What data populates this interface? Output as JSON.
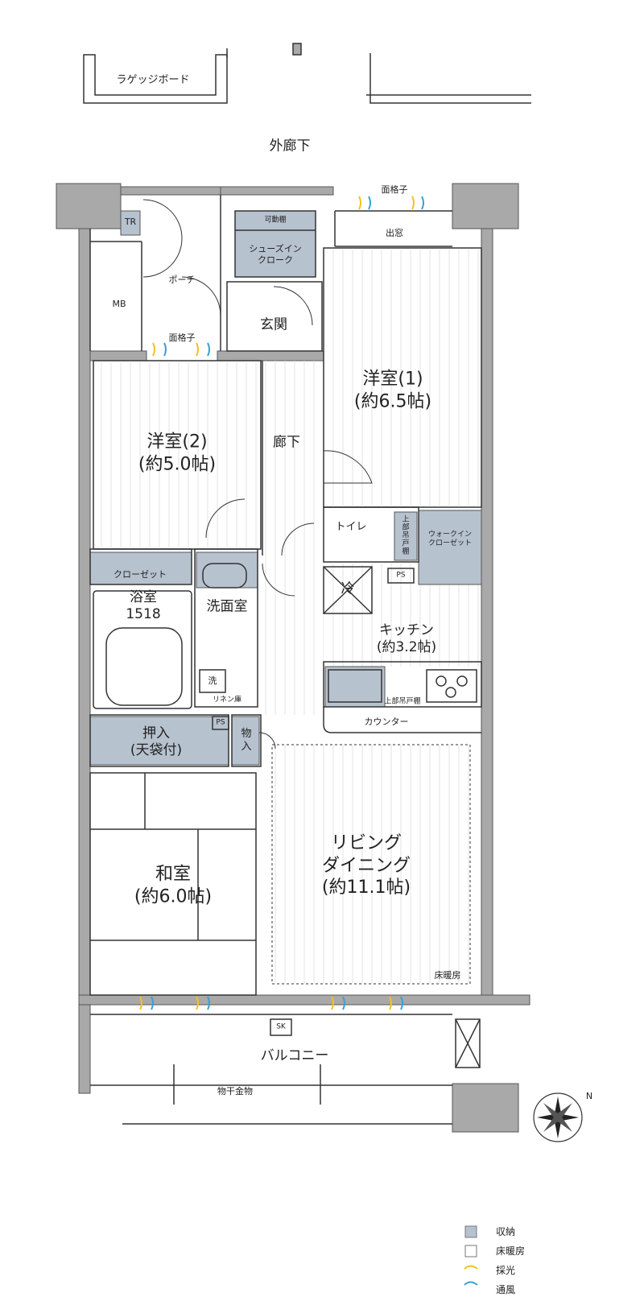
{
  "labels": {
    "luggage_board": "ラゲッジボード",
    "outer_corridor": "外廊下",
    "face_lattice_top": "面格子",
    "face_lattice_mid": "面格子",
    "bay_window": "出窓",
    "tr": "TR",
    "mb": "MB",
    "porch": "ポーチ",
    "movable_shelf": "可動棚",
    "shoes_in_closet": "シューズイン\nクローク",
    "entrance": "玄関",
    "western_room_1": "洋室(1)\n(約6.5帖)",
    "western_room_2": "洋室(2)\n(約5.0帖)",
    "hallway": "廊下",
    "toilet": "トイレ",
    "upper_cabinet_toilet": "上部吊戸棚",
    "walk_in_closet": "ウォークイン\nクローゼット",
    "closet": "クローゼット",
    "refrigerator": "冷",
    "ps_kitchen": "PS",
    "kitchen": "キッチン\n(約3.2帖)",
    "upper_cabinet_kitchen": "上部吊戸棚",
    "counter": "カウンター",
    "bathroom": "浴室\n1518",
    "washroom": "洗面室",
    "washer": "洗",
    "linen_storage": "リネン庫",
    "ps_storage": "PS",
    "oshiire": "押入\n(天袋付)",
    "storage": "物\n入",
    "japanese_room": "和室\n(約6.0帖)",
    "living_dining": "リビング\nダイニング\n(約11.1帖)",
    "floor_heating": "床暖房",
    "sk": "SK",
    "balcony": "バルコニー",
    "laundry_hardware": "物干金物",
    "north": "N"
  },
  "legend": [
    {
      "label": "収納",
      "icon": "storage-swatch"
    },
    {
      "label": "床暖房",
      "icon": "floor-heating-swatch"
    },
    {
      "label": "採光",
      "icon": "light-wave-icon"
    },
    {
      "label": "通風",
      "icon": "ventilation-wave-icon"
    }
  ],
  "colors": {
    "wall": "#a9a9a9",
    "storage": "#b7c2cf",
    "line": "#333333",
    "light": "#f3c21b",
    "ventilation": "#3aa0d6"
  }
}
